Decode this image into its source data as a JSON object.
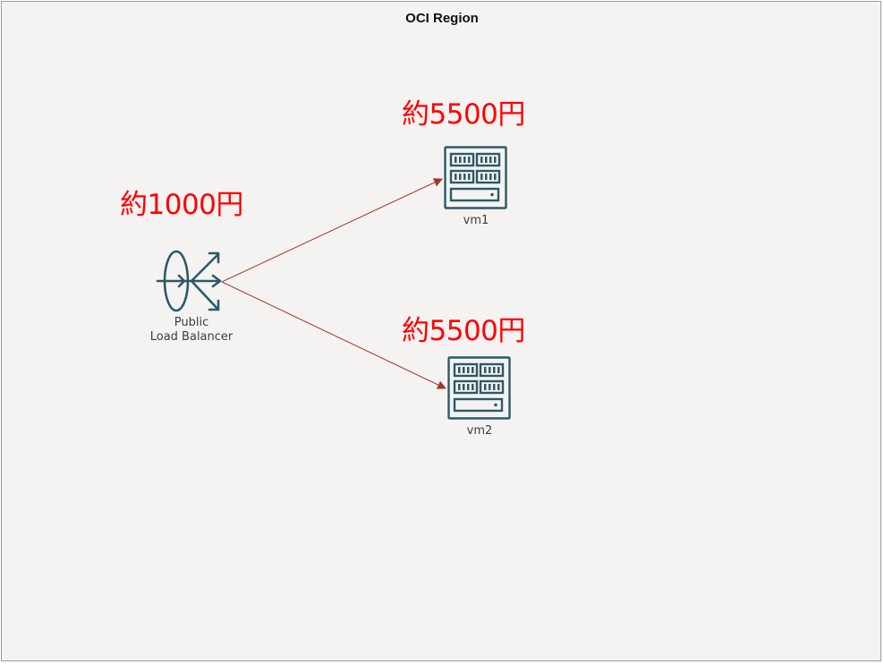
{
  "region": {
    "title": "OCI Region"
  },
  "nodes": {
    "load_balancer": {
      "label_line1": "Public",
      "label_line2": "Load Balancer",
      "price": "約1000円",
      "icon": "load-balancer-icon"
    },
    "vm1": {
      "label": "vm1",
      "price": "約5500円",
      "icon": "server-icon"
    },
    "vm2": {
      "label": "vm2",
      "price": "約5500円",
      "icon": "server-icon"
    }
  },
  "colors": {
    "price": "#ff0000",
    "connector": "#a0392b",
    "icon": "#2d5967",
    "region_bg": "#f4f3f2"
  }
}
